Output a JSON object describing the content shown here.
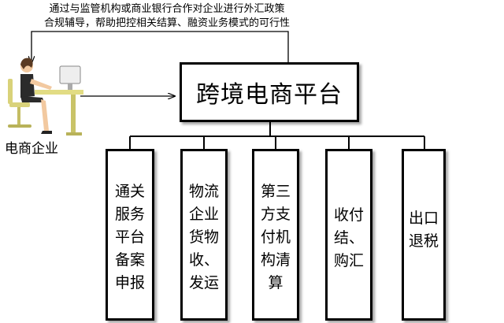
{
  "note": {
    "line1": "通过与监管机构或商业银行合作对企业进行外汇政策",
    "line2": "合规辅导，帮助把控相关结算、融资业务模式的可行性"
  },
  "main_box": "跨境电商平台",
  "company_label": "电商企业",
  "boxes": [
    {
      "text": "通关\n服务\n平台\n备案\n申报"
    },
    {
      "text": "物流\n企业\n货物\n收、\n发运"
    },
    {
      "text": "第三\n方支\n付机\n构清\n算"
    },
    {
      "text": "收付\n结、\n购汇"
    },
    {
      "text": "出口\n退税"
    }
  ]
}
